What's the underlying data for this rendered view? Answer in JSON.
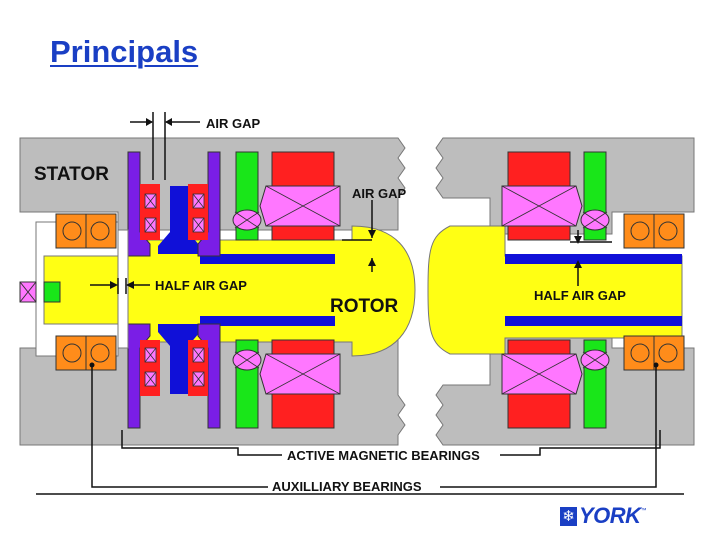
{
  "slide": {
    "title": "Principals"
  },
  "labels": {
    "air_gap_top": "AIR GAP",
    "air_gap_mid": "AIR GAP",
    "stator": "STATOR",
    "half_air_gap_left": "HALF AIR GAP",
    "rotor": "ROTOR",
    "half_air_gap_right": "HALF AIR GAP",
    "active_magnetic_bearings": "ACTIVE MAGNETIC BEARINGS",
    "auxilliary_bearings": "AUXILLIARY BEARINGS"
  },
  "logo": {
    "wordmark": "YORK",
    "trademark": "™",
    "icon": "snowflake-icon"
  },
  "colors": {
    "title": "#1a3fc4",
    "housing": "#bdbdbd",
    "shaft": "#ffff14",
    "coil": "#ff1a1a",
    "coil_core": "#ff77ff",
    "sensor": "#19e619",
    "thrust_disk": "#1010d8",
    "thrust_stator": "#7a1ee6",
    "aux_bearing": "#ff8c1a",
    "journal_stator": "#ff2020"
  }
}
